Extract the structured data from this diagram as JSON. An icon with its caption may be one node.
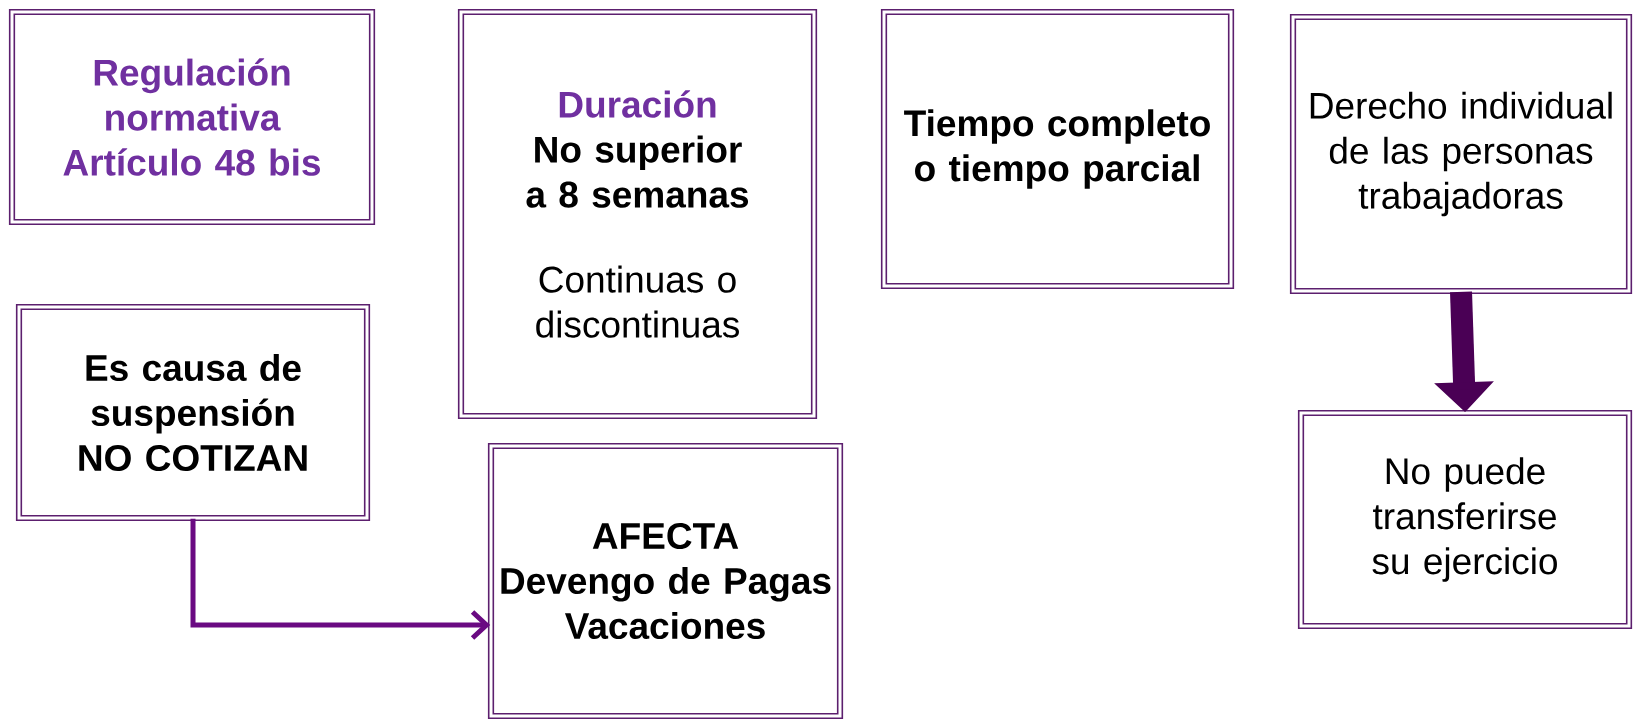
{
  "diagram": {
    "nodes": [
      {
        "text": [
          "Regulación normativa",
          "Artículo 48 bis"
        ]
      },
      {
        "text": [
          "Duración",
          "No superior a 8 semanas",
          "Continuas o discontinuas"
        ]
      },
      {
        "text": [
          "Tiempo completo o tiempo parcial"
        ]
      },
      {
        "text": [
          "Derecho individual de las personas trabajadoras"
        ]
      },
      {
        "text": [
          "Es causa de suspensión",
          "NO COTIZAN"
        ]
      },
      {
        "text": [
          "AFECTA",
          "Devengo de Pagas",
          "Vacaciones"
        ]
      },
      {
        "text": [
          "No puede transferirse su ejercicio"
        ]
      }
    ],
    "edges": [
      {
        "from": 4,
        "to": 5,
        "arrow": "to"
      },
      {
        "from": 3,
        "to": 6,
        "arrow": "to",
        "style": "thick",
        "color": "#4a0055"
      }
    ]
  }
}
